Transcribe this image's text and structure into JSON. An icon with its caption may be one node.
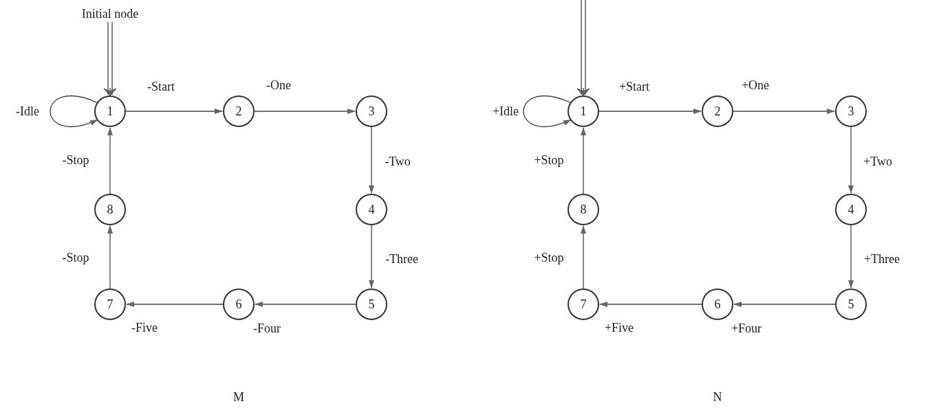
{
  "diagram": {
    "nodes": [
      {
        "text": [
          "Initial node"
        ]
      },
      {
        "text": [
          "1"
        ]
      },
      {
        "text": [
          "2"
        ]
      },
      {
        "text": [
          "3"
        ]
      },
      {
        "text": [
          "4"
        ]
      },
      {
        "text": [
          "5"
        ]
      },
      {
        "text": [
          "6"
        ]
      },
      {
        "text": [
          "7"
        ]
      },
      {
        "text": [
          "8"
        ]
      },
      {
        "text": [
          "1"
        ]
      },
      {
        "text": [
          "2"
        ]
      },
      {
        "text": [
          "3"
        ]
      },
      {
        "text": [
          "4"
        ]
      },
      {
        "text": [
          "5"
        ]
      },
      {
        "text": [
          "6"
        ]
      },
      {
        "text": [
          "7"
        ]
      },
      {
        "text": [
          "8"
        ]
      }
    ],
    "edges": [
      {
        "from": 0,
        "to": 1,
        "arrow": "to"
      },
      {
        "from": 1,
        "to": 1,
        "arrow": "to",
        "label": "-Idle"
      },
      {
        "from": 1,
        "to": 2,
        "arrow": "to",
        "label": "-Start"
      },
      {
        "from": 2,
        "to": 3,
        "arrow": "to",
        "label": "-One"
      },
      {
        "from": 3,
        "to": 4,
        "arrow": "to",
        "label": "-Two"
      },
      {
        "from": 4,
        "to": 5,
        "arrow": "to",
        "label": "-Three"
      },
      {
        "from": 5,
        "to": 6,
        "arrow": "to",
        "label": "-Four"
      },
      {
        "from": 6,
        "to": 7,
        "arrow": "to",
        "label": "-Five"
      },
      {
        "from": 7,
        "to": 8,
        "arrow": "to",
        "label": "-Stop"
      },
      {
        "from": 8,
        "to": 1,
        "arrow": "to",
        "label": "-Stop"
      },
      {
        "from": null,
        "to": 9,
        "arrow": "to"
      },
      {
        "from": 9,
        "to": 9,
        "arrow": "to",
        "label": "+Idle"
      },
      {
        "from": 9,
        "to": 10,
        "arrow": "to",
        "label": "+Start"
      },
      {
        "from": 10,
        "to": 11,
        "arrow": "to",
        "label": "+One"
      },
      {
        "from": 11,
        "to": 12,
        "arrow": "to",
        "label": "+Two"
      },
      {
        "from": 12,
        "to": 13,
        "arrow": "to",
        "label": "+Three"
      },
      {
        "from": 13,
        "to": 14,
        "arrow": "to",
        "label": "+Four"
      },
      {
        "from": 14,
        "to": 15,
        "arrow": "to",
        "label": "+Five"
      },
      {
        "from": 15,
        "to": 16,
        "arrow": "to",
        "label": "+Stop"
      },
      {
        "from": 16,
        "to": 9,
        "arrow": "to",
        "label": "+Stop"
      }
    ],
    "labels": [
      "M",
      "N"
    ]
  }
}
